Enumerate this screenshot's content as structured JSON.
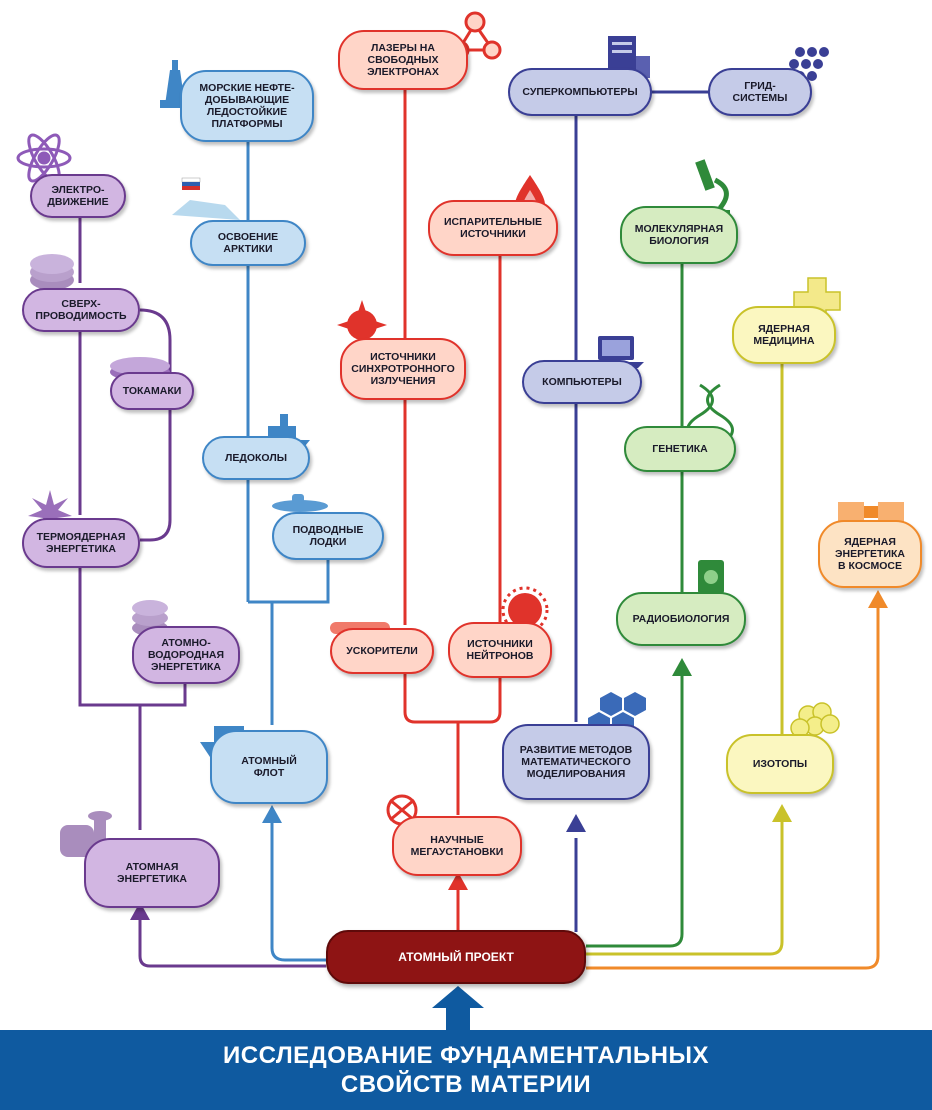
{
  "root": "АТОМНЫЙ ПРОЕКТ",
  "banner": {
    "line1": "ИССЛЕДОВАНИЕ ФУНДАМЕНТАЛЬНЫХ",
    "line2": "СВОЙСТВ МАТЕРИИ"
  },
  "nodes": {
    "atomic_energy": "АТОМНАЯ\nЭНЕРГЕТИКА",
    "atomic_hydrogen": "АТОМНО-\nВОДОРОДНАЯ\nЭНЕРГЕТИКА",
    "thermonuclear": "ТЕРМОЯДЕРНАЯ\nЭНЕРГЕТИКА",
    "tokamaks": "ТОКАМАКИ",
    "superconductivity": "СВЕРХ-\nПРОВОДИМОСТЬ",
    "electromotion": "ЭЛЕКТРО-\nДВИЖЕНИЕ",
    "atomic_fleet": "АТОМНЫЙ\nФЛОТ",
    "submarines": "ПОДВОДНЫЕ\nЛОДКИ",
    "icebreakers": "ЛЕДОКОЛЫ",
    "arctic": "ОСВОЕНИЕ\nАРКТИКИ",
    "platforms": "МОРСКИЕ НЕФТЕ-\nДОБЫВАЮЩИЕ\nЛЕДОСТОЙКИЕ\nПЛАТФОРМЫ",
    "megafacilities": "НАУЧНЫЕ\nМЕГАУСТАНОВКИ",
    "accelerators": "УСКОРИТЕЛИ",
    "neutron_sources": "ИСТОЧНИКИ\nНЕЙТРОНОВ",
    "synchrotron": "ИСТОЧНИКИ\nСИНХРОТРОННОГО\nИЗЛУЧЕНИЯ",
    "evaporative": "ИСПАРИТЕЛЬНЫЕ\nИСТОЧНИКИ",
    "fel": "ЛАЗЕРЫ НА\nСВОБОДНЫХ\nЭЛЕКТРОНАХ",
    "math_modeling": "РАЗВИТИЕ МЕТОДОВ\nМАТЕМАТИЧЕСКОГО\nМОДЕЛИРОВАНИЯ",
    "computers": "КОМПЬЮТЕРЫ",
    "supercomputers": "СУПЕРКОМПЬЮТЕРЫ",
    "grid": "ГРИД-СИСТЕМЫ",
    "radiobiology": "РАДИОБИОЛОГИЯ",
    "genetics": "ГЕНЕТИКА",
    "molecular_biology": "МОЛЕКУЛЯРНАЯ\nБИОЛОГИЯ",
    "isotopes": "ИЗОТОПЫ",
    "nuclear_medicine": "ЯДЕРНАЯ\nМЕДИЦИНА",
    "space_energy": "ЯДЕРНАЯ\nЭНЕРГЕТИКА\nВ КОСМОСЕ"
  },
  "colors": {
    "purple": "#6a3a8e",
    "blue": "#3f86c6",
    "red": "#e0332b",
    "navy": "#3a3f95",
    "green": "#2f8a3a",
    "yellow": "#c9c22a",
    "orange": "#f08a2a",
    "root": "#8e1414",
    "banner": "#0f5aa0"
  }
}
